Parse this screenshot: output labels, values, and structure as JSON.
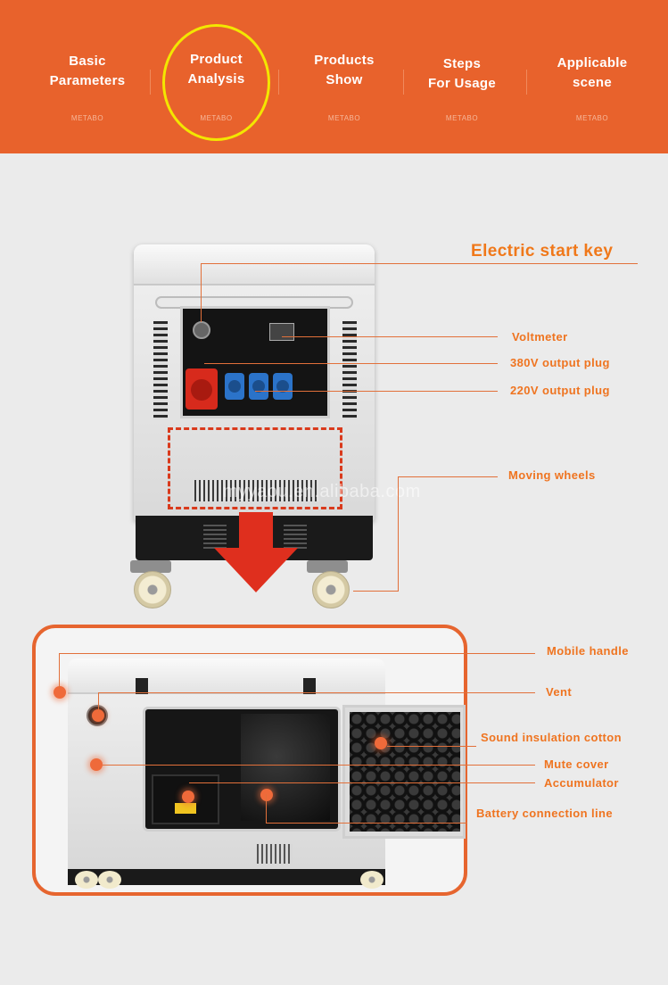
{
  "nav": {
    "items": [
      {
        "label": "Basic\nParameters",
        "brand": "METABO"
      },
      {
        "label": "Product\nAnalysis",
        "brand": "METABO"
      },
      {
        "label": "Products\nShow",
        "brand": "METABO"
      },
      {
        "label": "Steps\nFor Usage",
        "brand": "METABO"
      },
      {
        "label": "Applicable\nscene",
        "brand": "METABO"
      }
    ],
    "selected_index": 1
  },
  "front_view": {
    "callouts": {
      "electric_start_key": "Electric start key",
      "voltmeter": "Voltmeter",
      "plug_380": "380V output plug",
      "plug_220": "220V output plug",
      "moving_wheels": "Moving wheels"
    },
    "watermark": "myyaou.en.alibaba.com"
  },
  "open_view": {
    "callouts": {
      "mobile_handle": "Mobile handle",
      "vent": "Vent",
      "sound_insulation": "Sound insulation cotton",
      "mute_cover": "Mute cover",
      "accumulator": "Accumulator",
      "battery_line": "Battery connection line"
    }
  },
  "colors": {
    "header": "#e8622c",
    "highlight_ring": "#f3e600",
    "callout_text": "#ef7420",
    "arrow": "#df2f1e"
  }
}
